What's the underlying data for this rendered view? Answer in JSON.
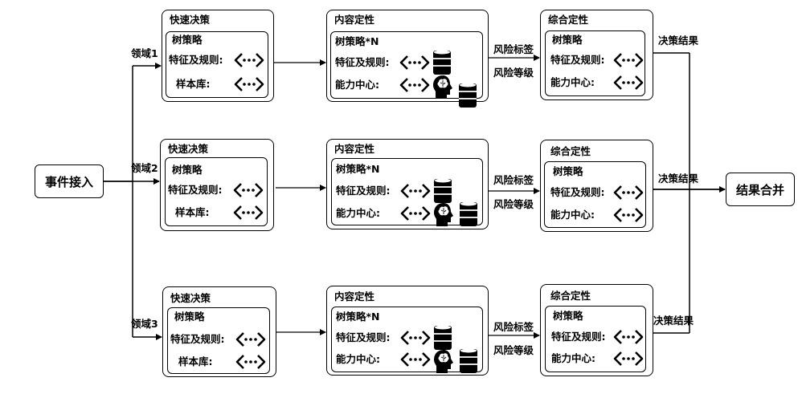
{
  "input_label": "事件接入",
  "output_label": "结果合并",
  "domains": [
    "领域1",
    "领域2",
    "领域3"
  ],
  "quick": {
    "title": "快速决策",
    "inner_title": "树策略",
    "rule_label": "特征及规则:",
    "lib_label": "样本库:"
  },
  "content": {
    "title": "内容定性",
    "inner_title": "树策略*N",
    "rule_label": "特征及规则:",
    "ability_label": "能力中心:"
  },
  "combined": {
    "title": "综合定性",
    "inner_title": "树策略",
    "rule_label": "特征及规则:",
    "ability_label": "能力中心:"
  },
  "risk_tag": "风险标签",
  "risk_level": "风险等级",
  "decision_result": "决策结果",
  "icons": {
    "connector": "dotted-double-arrow-icon",
    "database": "database-icon",
    "brain": "brain-head-icon"
  }
}
